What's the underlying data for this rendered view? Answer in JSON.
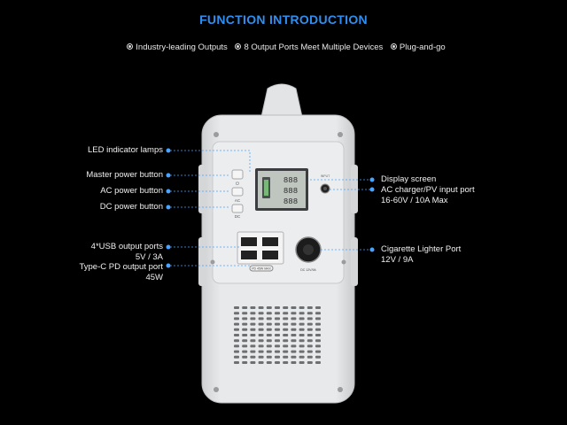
{
  "title": "FUNCTION INTRODUCTION",
  "features": [
    "Industry-leading Outputs",
    "8 Output Ports Meet Multiple Devices",
    "Plug-and-go"
  ],
  "callouts_left": {
    "led": "LED indicator lamps",
    "master": "Master power button",
    "ac": "AC power button",
    "dc": "DC power button",
    "usb": "4*USB output ports",
    "usb_spec": "5V / 3A",
    "typec": "Type-C PD output port",
    "typec_spec": "45W"
  },
  "callouts_right": {
    "display": "Display screen",
    "charger": "AC charger/PV input port",
    "charger_spec": "16-60V / 10A Max",
    "cig": "Cigarette Lighter Port",
    "cig_spec": "12V / 9A"
  },
  "device_labels": {
    "ac": "AC",
    "dc": "DC",
    "input": "INPUT",
    "cig_spec": "DC 12V/9A",
    "pd": "PD 45W MAX"
  },
  "colors": {
    "accent": "#2f8ff0",
    "leader": "#4aa3ff",
    "body": "#e4e5e6"
  }
}
